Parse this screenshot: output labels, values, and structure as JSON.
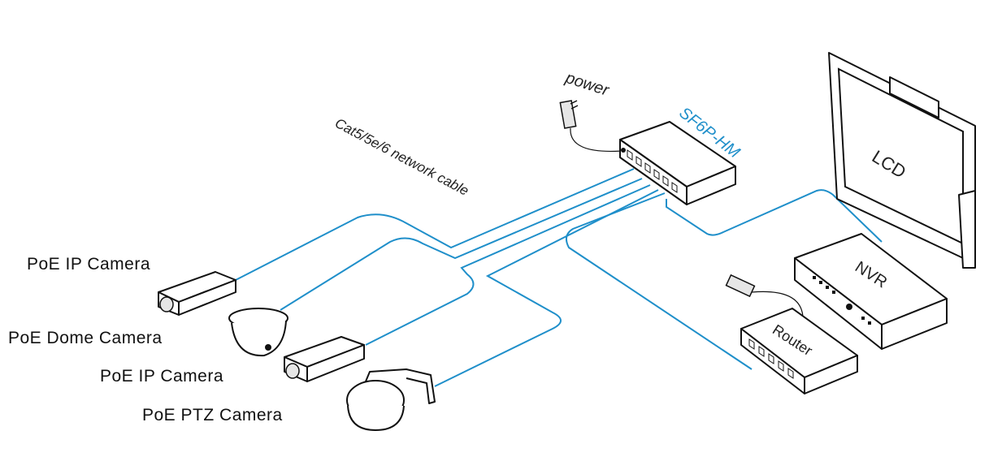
{
  "labels": {
    "camera1": "PoE IP Camera",
    "dome": "PoE Dome Camera",
    "camera2": "PoE IP Camera",
    "ptz": "PoE PTZ Camera",
    "power": "power",
    "cable": "Cat5/5e/6 network cable",
    "switch_model": "SF6P-HM",
    "lcd": "LCD",
    "nvr": "NVR",
    "router": "Router"
  },
  "colors": {
    "cable": "#1f8fca",
    "model_label": "#1f8fca"
  }
}
